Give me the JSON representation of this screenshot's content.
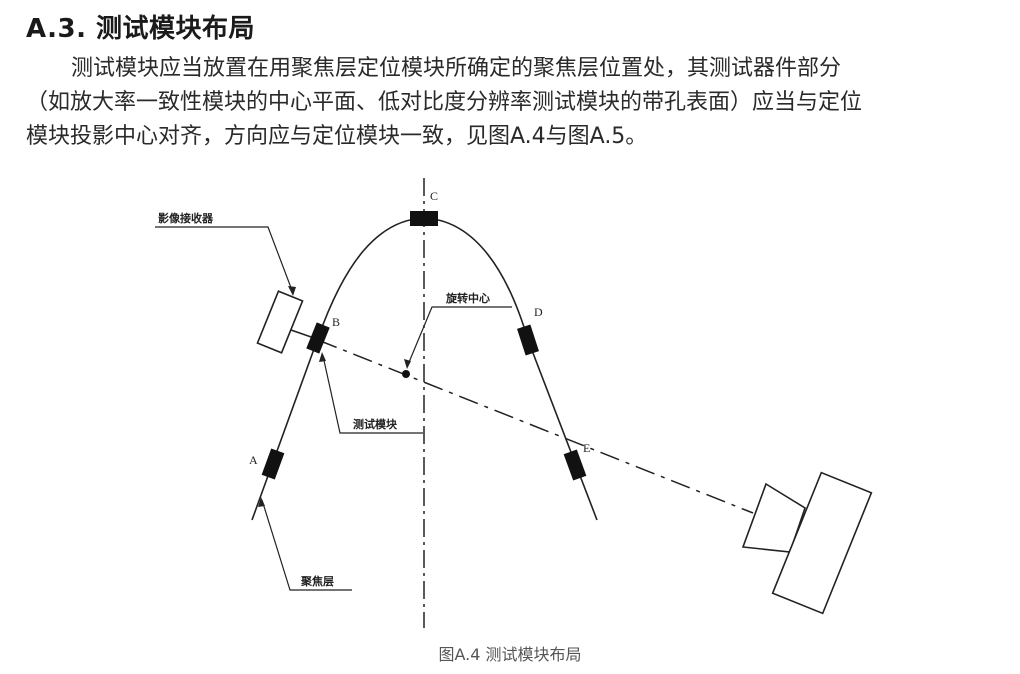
{
  "section": {
    "heading": "A.3. 测试模块布局",
    "paragraph_lines": [
      "测试模块应当放置在用聚焦层定位模块所确定的聚焦层位置处，其测试器件部分",
      "（如放大率一致性模块的中心平面、低对比度分辨率测试模块的带孔表面）应当与定位",
      "模块投影中心对齐，方向应与定位模块一致，见图A.4与图A.5。"
    ]
  },
  "figure": {
    "labels": {
      "image_receptor": "影像接收器",
      "rotation_center": "旋转中心",
      "test_module": "测试模块",
      "focal_layer": "聚焦层"
    },
    "points": {
      "a": "A",
      "b": "B",
      "c": "C",
      "d": "D",
      "e": "E"
    },
    "caption": "图A.4  测试模块布局"
  }
}
